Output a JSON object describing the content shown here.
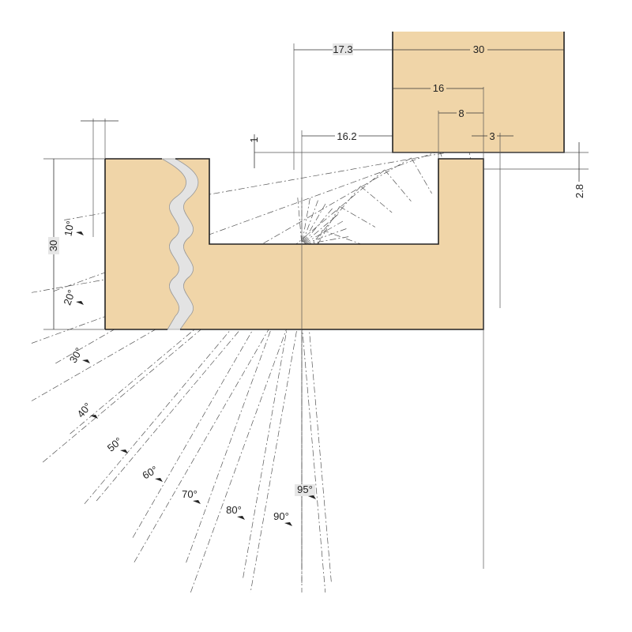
{
  "title": "Hinge opening angle diagram",
  "colors": {
    "wood": "#f0d5a8",
    "break": "#e3e3e3",
    "line": "#222222"
  },
  "dimensions": {
    "door_offset": "17.3",
    "door_thickness": "30",
    "cup_distance": "16",
    "cup_radius": "8",
    "min_offset": "3",
    "pivot_offset": "16.2",
    "gap": "1",
    "overlay": "2.8",
    "panel_thickness": "30"
  },
  "angles": [
    {
      "value": 10,
      "label": "10°"
    },
    {
      "value": 20,
      "label": "20°"
    },
    {
      "value": 30,
      "label": "30°"
    },
    {
      "value": 40,
      "label": "40°"
    },
    {
      "value": 50,
      "label": "50°"
    },
    {
      "value": 60,
      "label": "60°"
    },
    {
      "value": 70,
      "label": "70°"
    },
    {
      "value": 80,
      "label": "80°"
    },
    {
      "value": 90,
      "label": "90°"
    },
    {
      "value": 95,
      "label": "95°"
    }
  ]
}
